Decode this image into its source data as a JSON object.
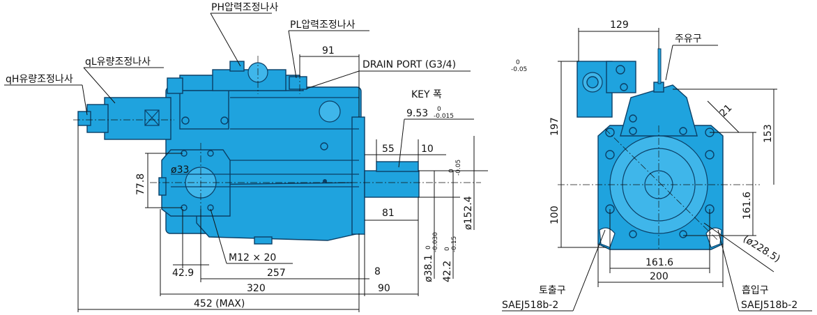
{
  "side_view": {
    "labels": {
      "ph_adjust": "PH압력조정나사",
      "pl_adjust": "PL압력조정나사",
      "ql_adjust": "qL유량조정나사",
      "qh_adjust": "qH유량조정나사",
      "drain_port": "DRAIN PORT (G3/4)",
      "key_width": "KEY 폭",
      "key_value": "9.53",
      "key_tol_upper": "0",
      "key_tol_lower": "-0.015",
      "bolt": "M12 × 20",
      "bore": "ø33"
    },
    "dimensions": {
      "d91": "91",
      "d55": "55",
      "d10": "10",
      "d77_8": "77.8",
      "d81": "81",
      "d42_9": "42.9",
      "d257": "257",
      "d8": "8",
      "d320": "320",
      "d90": "90",
      "d452": "452 (MAX)",
      "shaft_dia": "ø38.1",
      "shaft_tol_upper": "0",
      "shaft_tol_lower": "-0.030",
      "d42_2": "42.2",
      "d42_2_tol_upper": "0",
      "d42_2_tol_lower": "-0.15",
      "pilot_dia": "ø152.4",
      "pilot_tol_upper": "0",
      "pilot_tol_lower": "-0.05"
    }
  },
  "front_view": {
    "labels": {
      "fill_port": "주유구",
      "discharge": "토출구",
      "discharge_std": "SAEJ518b-2",
      "suction": "흡입구",
      "suction_std": "SAEJ518b-2",
      "corner_tol_upper": "0",
      "corner_tol_lower": "-0.05"
    },
    "dimensions": {
      "d129": "129",
      "d197": "197",
      "d100": "100",
      "d21": "21",
      "d153": "153",
      "d161_6_v": "161.6",
      "d161_6_h": "161.6",
      "d200": "200",
      "d228_5": "(ø228.5)"
    }
  },
  "colors": {
    "body_fill": "#1fa3de",
    "body_edge": "#0b3f66",
    "line": "#111111"
  }
}
